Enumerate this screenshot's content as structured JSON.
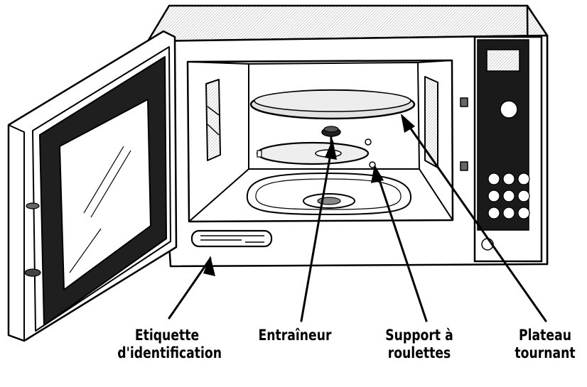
{
  "labels": {
    "etiquette": {
      "line1": "Etiquette",
      "line2": "d'identification"
    },
    "entraineur": {
      "line1": "Entraîneur"
    },
    "support": {
      "line1": "Support à",
      "line2": "roulettes"
    },
    "plateau": {
      "line1": "Plateau",
      "line2": "tournant"
    }
  },
  "colors": {
    "ink": "#000000",
    "paper": "#ffffff",
    "hatch": "#c8c8c8",
    "panel": "#1a1a1a"
  }
}
